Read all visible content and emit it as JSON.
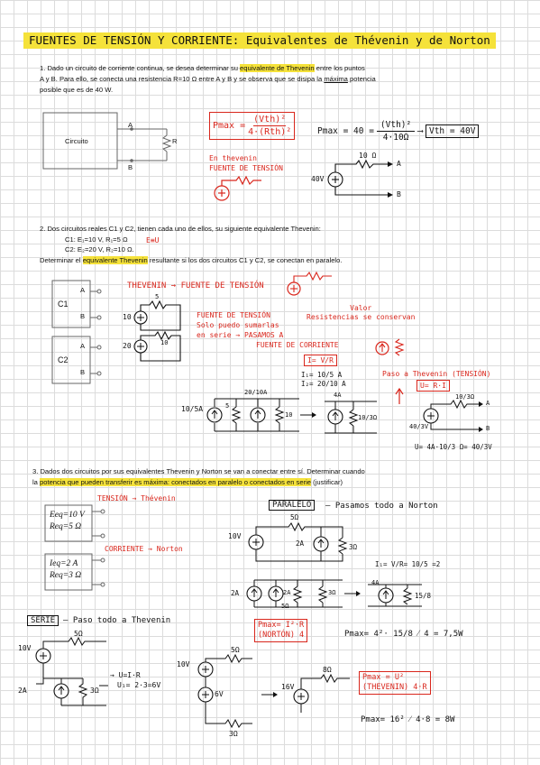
{
  "title": "FUENTES DE TENSIÓN Y CORRIENTE: Equivalentes de Thévenin y de Norton",
  "q1": {
    "line1_pre": "1. Dado un circuito de corriente continua, se desea determinar su ",
    "line1_hl": "equivalente de Thevenin",
    "line1_post": " entre los puntos",
    "line2_pre": "A y B. Para ello, se conecta una resistencia R=10 Ω entre A y B y se observa que se disipa la ",
    "line2_ul": "máxima",
    "line2_post": " potencia",
    "line3": "posible que es de 40 W.",
    "fig": {
      "box": "Circuito",
      "a": "A",
      "b": "B",
      "r": "R"
    },
    "formula_lhs": "Pmax =",
    "formula_num": "(Vth)²",
    "formula_den": "4·(Rth)²",
    "note1": "En thevenin",
    "note2": "FUENTE DE TENSIÓN",
    "calc_lhs": "Pmax = 40 =",
    "calc_num": "(Vth)²",
    "calc_den": "4·10Ω",
    "calc_res": "Vth = 40V",
    "equiv": {
      "r": "10 Ω",
      "v": "40V",
      "a": "A",
      "b": "B"
    }
  },
  "q2": {
    "line1": "2. Dos circuitos reales C1 y C2, tienen cada uno de ellos, su siguiente equivalente Thevenin:",
    "c1": "C1:  E₁=10 V, R₁=5 Ω",
    "c2": "C2:  E₂=20 V, R₂=10 Ω.",
    "eq": "E≡U",
    "line3_pre": "Determinar el ",
    "line3_hl": "equivalente Thevenin",
    "line3_post": " resultante si los dos circuitos  C1 y C2, se conectan en paralelo.",
    "fig": {
      "c1": "C1",
      "c2": "C2",
      "a": "A",
      "b": "B"
    },
    "thev": "THEVENIN → FUENTE DE TENSIÓN",
    "v10": "10",
    "v20": "20",
    "r5": "5",
    "r10": "10",
    "serie1": "FUENTE DE TENSIÓN",
    "serie2": "Solo puedo sumarlas",
    "serie3": "en serie → PASAMOS A",
    "serie4": "FUENTE DE CORRIENTE",
    "valor1": "Valor",
    "valor2": "Resistencias se conservan",
    "ivr": "I= V/R",
    "i1": "I₁= 10/5 A",
    "i2": "I₂= 20/10 A",
    "pt1": "10/5A",
    "pt2": "5",
    "pt3": "20/10A",
    "pt4": "10",
    "pt5": "4A",
    "pt6": "10/3Ω",
    "paso": "Paso a Thevenin (TENSIÓN)",
    "urI": "U= R·I",
    "th_r": "10/3Ω",
    "th_v": "40/3V",
    "th_a": "A",
    "th_b": "B",
    "result": "U= 4A·10/3 Ω= 40/3V"
  },
  "q3": {
    "line1": "3. Dados dos circuitos por sus equivalentes Thevenin y Norton se van a conectar entre sí. Determinar cuando",
    "line2_pre": "la ",
    "line2_hl": "potencia que pueden transferir es máxima: conectados en paralelo o conectados en serie",
    "line2_post": " (justificar)",
    "eq1": "Eeq=10 V",
    "req1": "Req=5 Ω",
    "ieq2": "Ieq=2 A",
    "req2": "Req=3 Ω",
    "tens": "TENSIÓN → Thévenin",
    "corr": "CORRIENTE → Norton",
    "paralelo": "PARALELO",
    "par_text": "– Pasamos todo a Norton",
    "p_r5": "5Ω",
    "p_v10": "10V",
    "p_2a": "2A",
    "p_r3": "3Ω",
    "i1": "I₁= V/R= 10/5 =2",
    "n_2a": "2A",
    "n_2a2": "2A",
    "n_r5": "5Ω",
    "n_r3": "3Ω",
    "n_4a": "4A",
    "n_158": "15/8",
    "pmax_n1": "Pmax= I²·R",
    "pmax_n2": "(NORTÓN)   4",
    "pmax_calc": "Pmax= 4²· 15/8 ⁄ 4 = 7,5W",
    "serie": "SERIE",
    "serie_text": "– Paso todo a Thevenin",
    "s_10v": "10V",
    "s_5o": "5Ω",
    "s_2a": "2A",
    "s_3o": "3Ω",
    "s_uir": "→ U=I·R",
    "s_u1": "U₁= 2·3=6V",
    "s2_10v": "10V",
    "s2_5o": "5Ω",
    "s2_6v": "6V",
    "s2_3o": "3Ω",
    "s3_16v": "16V",
    "s3_8o": "8Ω",
    "pmax_t1": "Pmax = U²",
    "pmax_t2": "(THEVENIN)  4·R",
    "pmax_t3": "Pmax= 16² ⁄ 4·8 = 8W"
  }
}
